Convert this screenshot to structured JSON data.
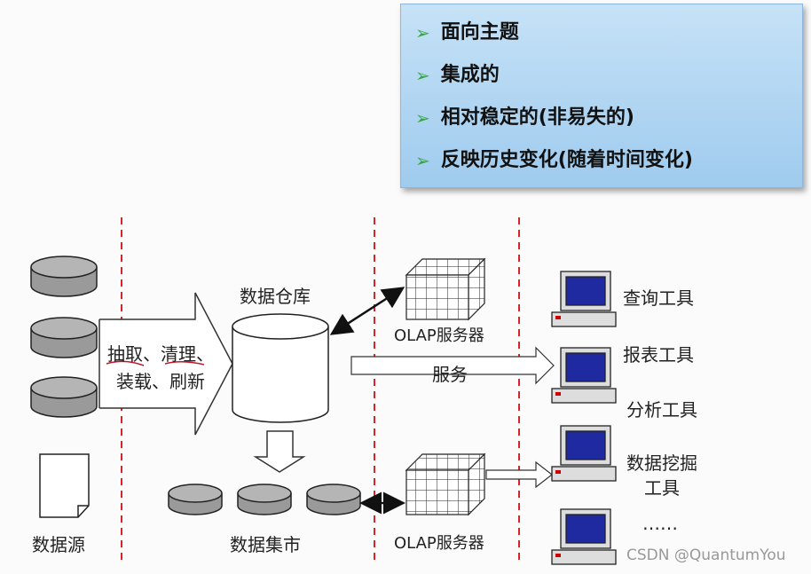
{
  "features": [
    "面向主题",
    "集成的",
    "相对稳定的(非易失的)",
    "反映历史变化(随着时间变化)"
  ],
  "diagram": {
    "etl_line1": [
      "抽取",
      "、",
      "清理",
      "、"
    ],
    "etl_line2": "装载、刷新",
    "warehouse": "数据仓库",
    "olap_top": "OLAP服务器",
    "olap_bottom": "OLAP服务器",
    "service": "服务",
    "datasource": "数据源",
    "datamart": "数据集市",
    "tools": [
      "查询工具",
      "报表工具",
      "分析工具",
      "数据挖掘",
      "工具",
      "……"
    ]
  },
  "watermark": "CSDN @QuantumYou",
  "colors": {
    "panel": "#b4d6f3",
    "bullet": "#3aa24a",
    "divider": "#d8232a",
    "disk": "#9a9a9a"
  }
}
